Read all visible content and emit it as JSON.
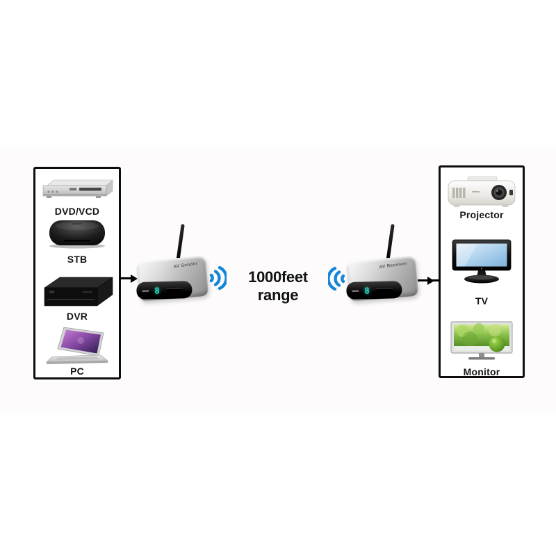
{
  "page": {
    "background": "#ffffff"
  },
  "diagram": {
    "range_label": "1000feet range",
    "source_box": {
      "items": [
        {
          "label": "DVD/VCD",
          "icon": "dvd-player-icon"
        },
        {
          "label": "STB",
          "icon": "set-top-box-icon"
        },
        {
          "label": "DVR",
          "icon": "dvr-icon"
        },
        {
          "label": "PC",
          "icon": "laptop-icon"
        }
      ]
    },
    "display_box": {
      "items": [
        {
          "label": "Projector",
          "icon": "projector-icon"
        },
        {
          "label": "TV",
          "icon": "tv-icon"
        },
        {
          "label": "Monitor",
          "icon": "monitor-icon"
        }
      ]
    },
    "transmitter": {
      "top_label": "AV Sender",
      "led_display": "8"
    },
    "receiver": {
      "top_label": "AV Receiver",
      "led_display": "8"
    },
    "icons": {
      "wifi_signal": "three-arc wireless waves",
      "arrow": "right-pointing black arrow",
      "antenna": "black rod antenna"
    },
    "colors": {
      "wifi_blue": "#1486d8",
      "led_teal": "#2fe3cb",
      "box_border": "#0d0d0d",
      "text": "#161616"
    }
  }
}
